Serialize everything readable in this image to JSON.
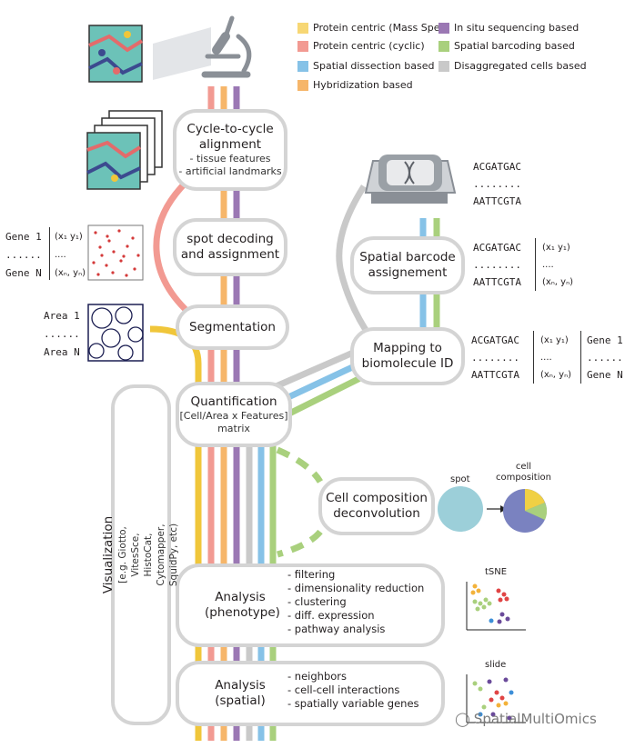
{
  "legend": [
    {
      "label": "Protein centric (Mass Spec)",
      "color": "#f7d774"
    },
    {
      "label": "Protein centric (cyclic)",
      "color": "#f29a92"
    },
    {
      "label": "Spatial dissection based",
      "color": "#86c2e7"
    },
    {
      "label": "Hybridization based",
      "color": "#f6b66a"
    },
    {
      "label": "In situ sequencing based",
      "color": "#9b78b4"
    },
    {
      "label": "Spatial barcoding based",
      "color": "#a9d07d"
    },
    {
      "label": "Disaggregated cells based",
      "color": "#c9c9c9"
    }
  ],
  "boxes": {
    "cycle": {
      "title": "Cycle-to-cycle\nalignment",
      "sub": "- tissue features\n- artificial landmarks"
    },
    "spot_decoding": {
      "title": "spot decoding\nand assignment"
    },
    "segmentation": {
      "title": "Segmentation"
    },
    "quantification": {
      "title": "Quantification",
      "sub": "[Cell/Area x Features]\nmatrix"
    },
    "barcode": {
      "title": "Spatial barcode\nassignement"
    },
    "mapping": {
      "title": "Mapping to\nbiomolecule ID"
    },
    "deconv": {
      "title": "Cell composition\ndeconvolution"
    },
    "analysis_pheno": {
      "title": "Analysis\n(phenotype)"
    },
    "analysis_spatial": {
      "title": "Analysis\n(spatial)"
    }
  },
  "visualization": {
    "title": "Visualization",
    "sub": "[e.g. Giotto, VitesSce, HistoCat, Cytomapper, SquidPy, etc)"
  },
  "pheno_list": [
    "- filtering",
    "- dimensionality reduction",
    "- clustering",
    "- diff. expression",
    "- pathway analysis"
  ],
  "spatial_list": [
    "- neighbors",
    "- cell-cell interactions",
    "- spatially variable genes"
  ],
  "gene_table": {
    "rows": [
      "Gene 1",
      "......",
      "Gene N"
    ],
    "coords": [
      "(x₁ y₁)",
      "....",
      "(xₙ, yₙ)"
    ]
  },
  "area_table": {
    "rows": [
      "Area 1",
      "......",
      "Area N"
    ]
  },
  "seq_block": [
    "ACGATGAC",
    "........",
    "AATTCGTA"
  ],
  "barcode_table": {
    "seqs": [
      "ACGATGAC",
      "........",
      "AATTCGTA"
    ],
    "coords": [
      "(x₁ y₁)",
      "....",
      "(xₙ, yₙ)"
    ]
  },
  "mapping_table": {
    "seqs": [
      "ACGATGAC",
      "........",
      "AATTCGTA"
    ],
    "coords": [
      "(x₁ y₁)",
      "....",
      "(xₙ, yₙ)"
    ],
    "genes": [
      "Gene 1",
      "......",
      "Gene N"
    ]
  },
  "deconv_labels": {
    "spot": "spot",
    "composition": "cell\ncomposition"
  },
  "plot_labels": {
    "tsne": "tSNE",
    "slide": "slide"
  },
  "watermark": "SpatialMultiOmics"
}
